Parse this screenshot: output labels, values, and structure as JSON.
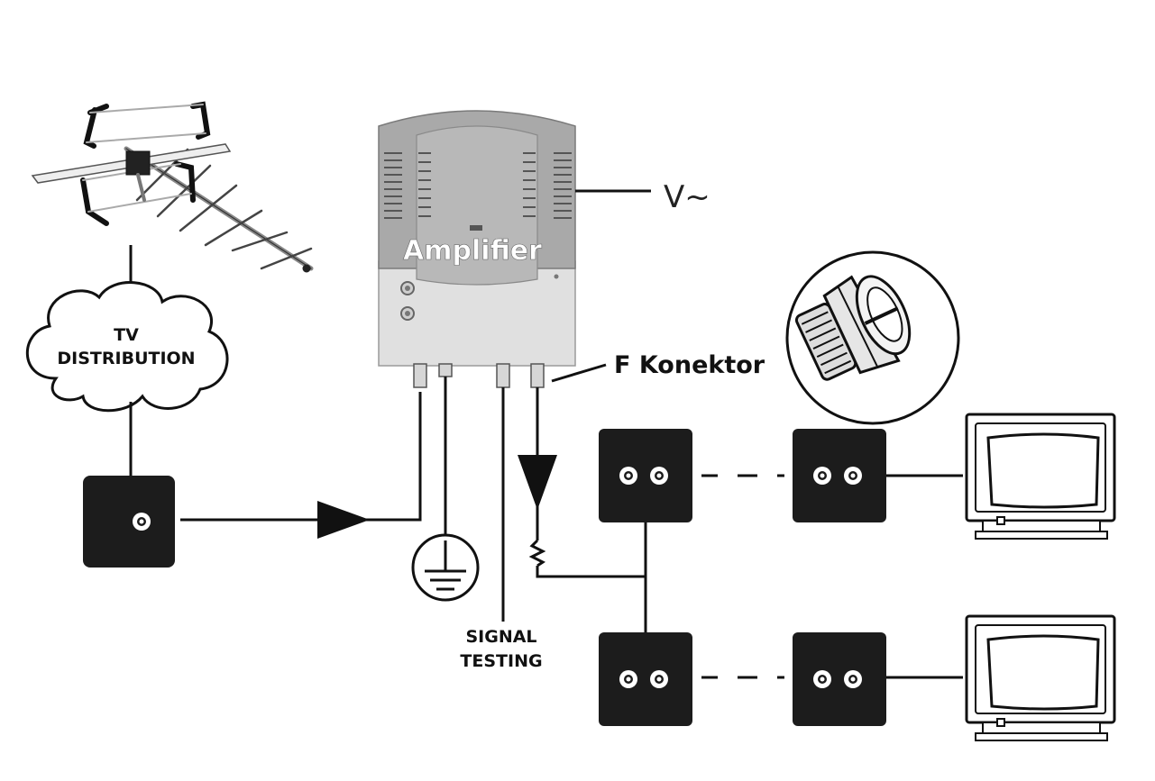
{
  "labels": {
    "cloud_line1": "TV",
    "cloud_line2": "DISTRIBUTION",
    "amplifier": "Amplifier",
    "power": "V~",
    "connector": "F Konektor",
    "testing_line1": "SIGNAL",
    "testing_line2": "TESTING"
  },
  "colors": {
    "line": "#111111",
    "box": "#1c1c1c",
    "amplifier_top": "#a9a9a9",
    "amplifier_bottom": "#e0e0e0",
    "socket_ring": "#ffffff"
  },
  "icons": {
    "antenna": "yagi-antenna-icon",
    "ground": "ground-symbol-icon",
    "tv": "crt-tv-icon",
    "connector_zoom": "f-connector-icon"
  }
}
